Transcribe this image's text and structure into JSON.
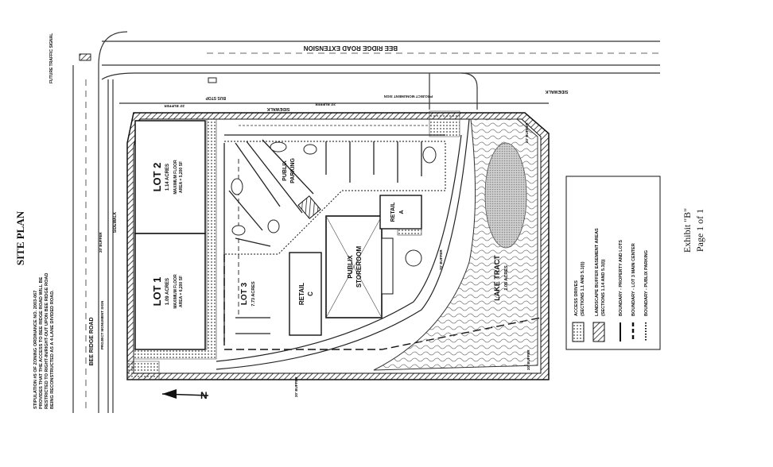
{
  "page": {
    "title": "SITE PLAN",
    "exhibit": "Exhibit \"B\"",
    "page_of": "Page 1 of 1"
  },
  "roads": {
    "bee_ridge_extension": "BEE RIDGE ROAD EXTENSION",
    "bee_ridge_road": "BEE RIDGE ROAD",
    "sidewalk": "SIDEWALK",
    "sidewalk_west": "SIDEWALK"
  },
  "lots": {
    "lot1": {
      "name": "LOT 1",
      "acres": "1.09 ACRES",
      "floor_label": "MAXIMUM FLOOR",
      "floor_area": "AREA = 6,200 SF"
    },
    "lot2": {
      "name": "LOT 2",
      "acres": "1.14 ACRES",
      "floor_label": "MAXIMUM FLOOR",
      "floor_area": "AREA = 5,200 SF"
    },
    "lot3": {
      "name": "LOT 3",
      "acres": "7.73 ACRES"
    }
  },
  "buildings": {
    "publix": {
      "line1": "PUBLIX",
      "line2": "STOREROOM"
    },
    "retail_a": {
      "line1": "RETAIL",
      "line2": "A"
    },
    "retail_c": {
      "line1": "RETAIL",
      "line2": "C"
    },
    "publix_parking": {
      "line1": "PUBLIX",
      "line2": "PARKING"
    }
  },
  "lake": {
    "name": "LAKE TRACT",
    "acres": "1.05 ACRES"
  },
  "annotations": {
    "buffer_label": "20' BUFFER",
    "project_sign": "PROJECT MONUMENT SIGN",
    "bus_stop": "BUS STOP",
    "traffic_signal": "FUTURE TRAFFIC SIGNAL",
    "stipulation": [
      "STIPULATION #5 OF ZONING ORDINANCE NO. 2003-067",
      "PROVIDES THAT THE ACCESS TO BEE RIDGE ROAD WILL BE",
      "RESTRICTED TO RIGHT-IN/RIGHT-OUT UPON BEE RIDGE ROAD",
      "BEING RECONSTRUCTED AS A 4-LANE DIVIDED ROAD."
    ]
  },
  "legend": [
    {
      "pattern": "dots",
      "line1": "ACCESS DRIVES",
      "line2": "(SECTIONS 1.1 AND 5.1(I))"
    },
    {
      "pattern": "hatch",
      "line1": "LANDSCAPE BUFFER EASEMENT AREAS",
      "line2": "(SECTIONS 1.14 AND 5.3(I))"
    },
    {
      "pattern": "solid",
      "line1": "BOUNDARY - PROPERTY AND LOTS",
      "line2": ""
    },
    {
      "pattern": "dash",
      "line1": "BOUNDARY - LOT 3 MAIN CENTER",
      "line2": ""
    },
    {
      "pattern": "dotline",
      "line1": "BOUNDARY - PUBLIX PARKING",
      "line2": ""
    }
  ],
  "north_arrow": "N"
}
